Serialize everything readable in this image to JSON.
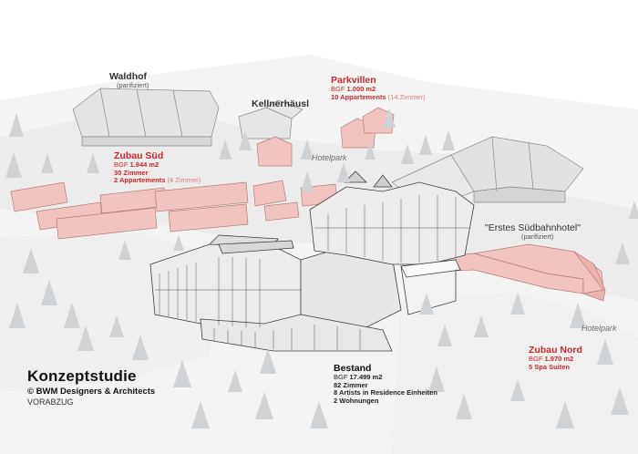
{
  "labels": {
    "waldhof": {
      "title": "Waldhof",
      "note": "(parifiziert)"
    },
    "kellnerhaeusl": {
      "title": "Kellnerhäusl"
    },
    "parkvillen": {
      "title": "Parkvillen",
      "bgf_prefix": "BGF",
      "bgf_value": "1.000 m2",
      "line2_bold": "10 Appartements",
      "line2_light": "(14 Zimmer)"
    },
    "zubau_sued": {
      "title": "Zubau Süd",
      "bgf_prefix": "BGF",
      "bgf_value": "1.944 m2",
      "line2": "30 Zimmer",
      "line3_bold": "2 Appartements",
      "line3_light": "(4 Zimmer)"
    },
    "erstes": {
      "title": "\"Erstes Südbahnhotel\"",
      "note": "(parifiziert)"
    },
    "zubau_nord": {
      "title": "Zubau Nord",
      "bgf_prefix": "BGF",
      "bgf_value": "1.970 m2",
      "line2": "5 Spa Suiten"
    },
    "bestand": {
      "title": "Bestand",
      "bgf_prefix": "BGF",
      "bgf_value": "17.499 m2",
      "line2": "82 Zimmer",
      "line3": "8 Artists in Residence Einheiten",
      "line4": "2 Wohnungen"
    },
    "hotelpark_1": "Hotelpark",
    "hotelpark_2": "Hotelpark"
  },
  "footer": {
    "title": "Konzeptstudie",
    "copyright": "© BWM Designers & Architects",
    "status": "VORABZUG"
  },
  "colors": {
    "new_building_fill": "#f2c4c1",
    "new_building_stroke": "#b77c78",
    "label_red": "#c8282d",
    "existing_building_fill": "#e6e6e6",
    "existing_building_stroke": "#4a4a4a",
    "tree": "#cfd3d6",
    "terrain": "#ebebeb"
  },
  "icons": [
    "tree-icon",
    "building-icon"
  ]
}
